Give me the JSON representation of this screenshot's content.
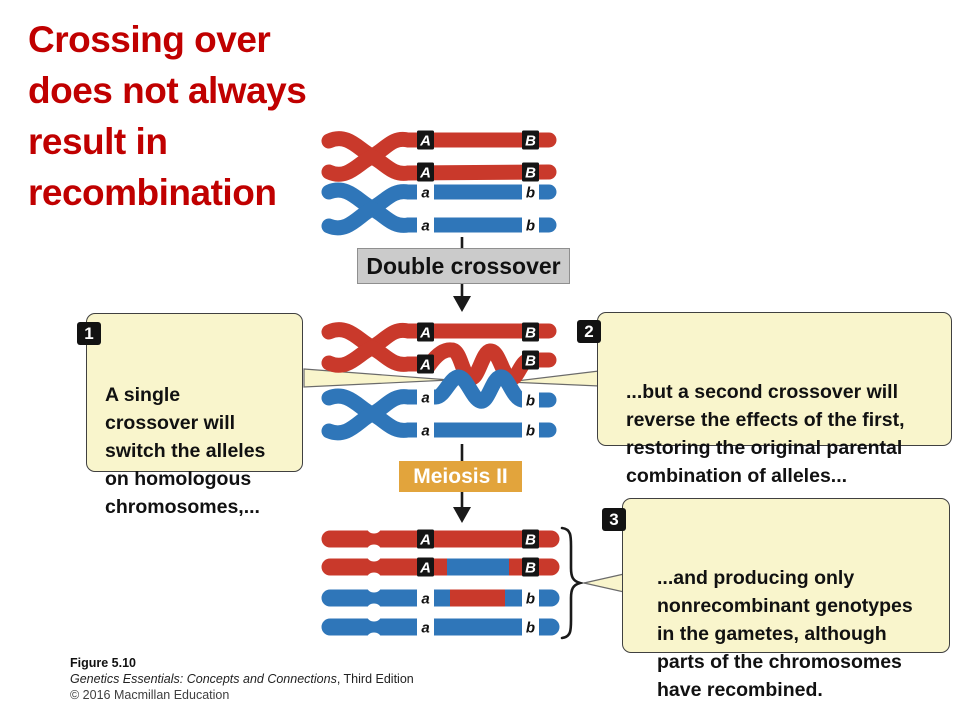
{
  "slide": {
    "title": "Crossing over\ndoes not always\nresult in\nrecombination"
  },
  "diagram": {
    "step_labels": {
      "double_crossover": "Double crossover",
      "meiosis_ii": "Meiosis II"
    },
    "alleles": {
      "A": "A",
      "B": "B",
      "a": "a",
      "b": "b"
    },
    "callouts": [
      {
        "number": "1",
        "text": "A single\ncrossover will\nswitch the alleles\non homologous\nchromosomes,..."
      },
      {
        "number": "2",
        "text": "...but a second crossover will\nreverse the effects of the first,\nrestoring the original parental\ncombination of alleles..."
      },
      {
        "number": "3",
        "text": "...and producing only\nnonrecombinant genotypes\nin the gametes, although\nparts of the chromosomes\nhave recombined."
      }
    ]
  },
  "caption": {
    "figure_label": "Figure 5.10",
    "book_title": "Genetics Essentials: Concepts and Connections",
    "edition": ", Third Edition",
    "copyright": "© 2016 Macmillan Education"
  },
  "colors": {
    "title_red": "#C00000",
    "chromosome_red": "#C9392B",
    "chromosome_blue": "#2F76B9",
    "allele_black": "#151515",
    "allele_white": "#ffffff",
    "callout_bg": "#F9F5CC",
    "gold": "#E2A43C",
    "gray_box": "#cbcbcb",
    "line_dark": "#1a1a1a"
  }
}
